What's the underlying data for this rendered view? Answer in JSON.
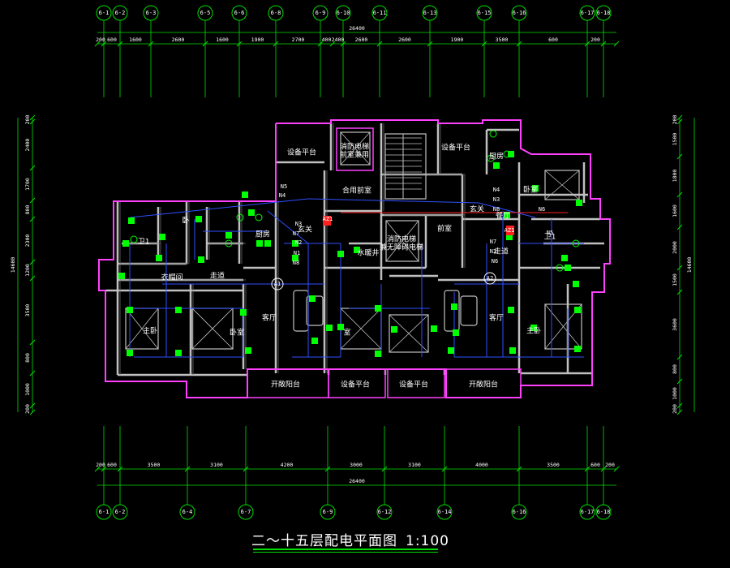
{
  "drawing": {
    "title": "二～十五层配电平面图",
    "scale": "1:100"
  },
  "axes": {
    "top": [
      "6-1",
      "6-2",
      "6-3",
      "6-5",
      "6-6",
      "6-8",
      "6-9",
      "6-10",
      "6-11",
      "6-13",
      "6-15",
      "6-16",
      "6-17",
      "6-18"
    ],
    "bottom": [
      "6-1",
      "6-2",
      "6-4",
      "6-7",
      "6-9",
      "6-12",
      "6-14",
      "6-16",
      "6-17",
      "6-18"
    ]
  },
  "dimensions": {
    "top_total": "26400",
    "top_segments": [
      "200",
      "600",
      "1600",
      "2600",
      "1600",
      "1900",
      "2700",
      "400",
      "2400",
      "2600",
      "2600",
      "1900",
      "3500",
      "600",
      "200"
    ],
    "bottom_total": "26400",
    "bottom_segments": [
      "200",
      "600",
      "3500",
      "3100",
      "4200",
      "3000",
      "3100",
      "4000",
      "3500",
      "600",
      "200"
    ],
    "left_total": "14600",
    "left_segments": [
      "200",
      "2400",
      "1700",
      "800",
      "2300",
      "1200",
      "3500",
      "800",
      "1000",
      "200"
    ],
    "right_total": "14600",
    "right_segments": [
      "200",
      "1500",
      "1800",
      "1600",
      "2000",
      "1500",
      "3600",
      "800",
      "1000",
      "200"
    ]
  },
  "rooms": [
    {
      "id": "platform-1",
      "label": "设备平台"
    },
    {
      "id": "shaft",
      "label": "消防电梯\n前室兼用"
    },
    {
      "id": "platform-2",
      "label": "设备平台"
    },
    {
      "id": "kitchen-r",
      "label": "厨房"
    },
    {
      "id": "bed-l",
      "label": "卧"
    },
    {
      "id": "kitchen-l",
      "label": "厨房"
    },
    {
      "id": "lobby",
      "label": "合用前室"
    },
    {
      "id": "entry-r",
      "label": "玄关"
    },
    {
      "id": "bed-r",
      "label": "卧室"
    },
    {
      "id": "bath-l",
      "label": "卫1"
    },
    {
      "id": "entry-l",
      "label": "玄关"
    },
    {
      "id": "elevator",
      "label": "消防电梯\n兼无障碍电梯"
    },
    {
      "id": "front",
      "label": "前室"
    },
    {
      "id": "bath-r",
      "label": "卫1"
    },
    {
      "id": "dining-r",
      "label": "餐厅"
    },
    {
      "id": "corridor-l",
      "label": "走道"
    },
    {
      "id": "water",
      "label": "水暖井"
    },
    {
      "id": "corridor-r",
      "label": "走道"
    },
    {
      "id": "closet",
      "label": "衣帽间"
    },
    {
      "id": "living-l",
      "label": "客厅"
    },
    {
      "id": "living-r",
      "label": "客厅"
    },
    {
      "id": "master-l",
      "label": "主卧"
    },
    {
      "id": "bed2-l",
      "label": "卧室"
    },
    {
      "id": "study",
      "label": "室"
    },
    {
      "id": "master-r",
      "label": "主卧"
    },
    {
      "id": "balcony-l",
      "label": "开敞阳台"
    },
    {
      "id": "platform-3",
      "label": "设备平台"
    },
    {
      "id": "platform-4",
      "label": "设备平台"
    },
    {
      "id": "balcony-r",
      "label": "开敞阳台"
    }
  ],
  "unit_tags": [
    "A1",
    "A2"
  ],
  "circuit_tags": [
    "N5",
    "N4",
    "N3",
    "N7",
    "N2",
    "N1",
    "N8",
    "N6",
    "AZ1",
    "AZ1",
    "N3",
    "N4",
    "N5",
    "N6",
    "N7",
    "N2",
    "N8"
  ],
  "colors": {
    "background": "#000000",
    "dimension": "#00e000",
    "wall": "#c0c0c0",
    "outline": "#ff40ff",
    "circuit": "#3050ff",
    "device": "#00ff00",
    "text": "#ffffff",
    "red": "#ff2020"
  }
}
